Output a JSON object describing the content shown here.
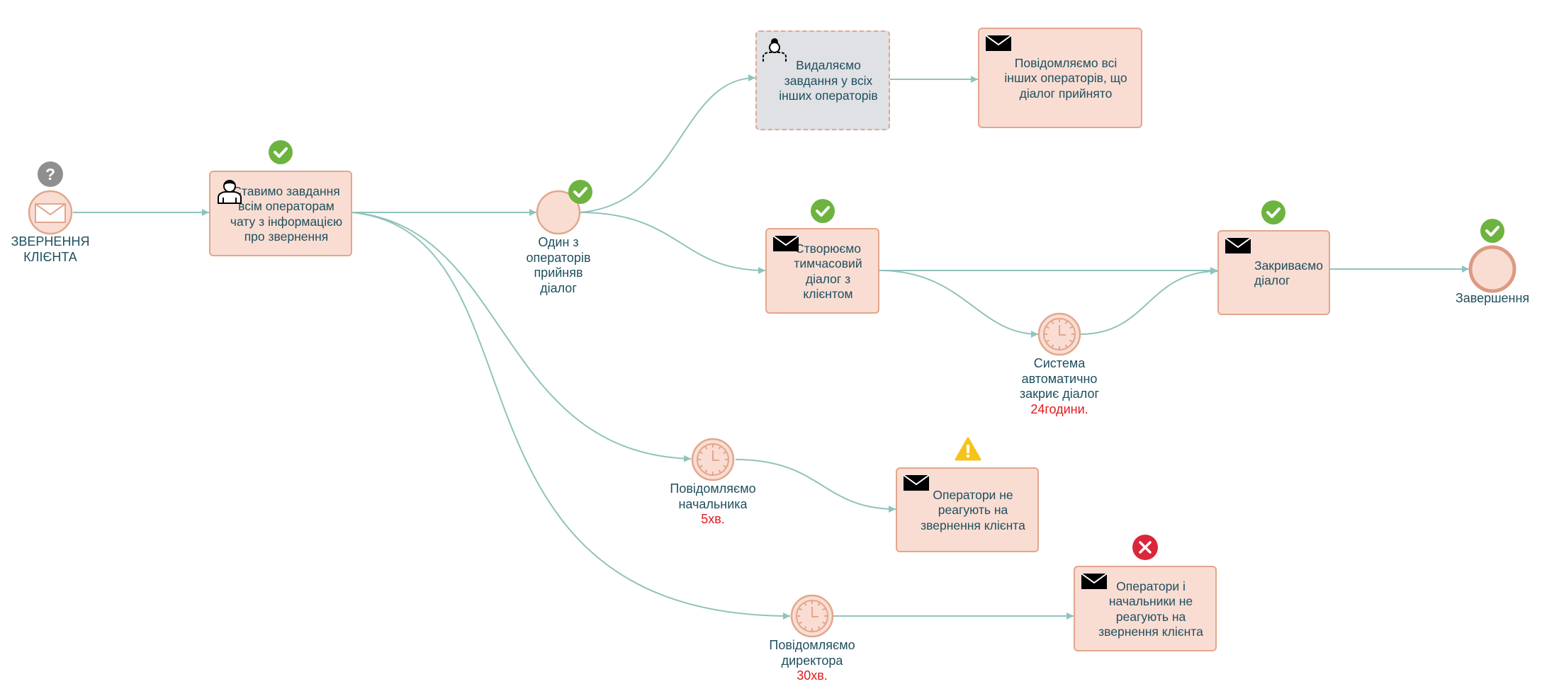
{
  "events": {
    "start": {
      "label": "ЗВЕРНЕННЯ КЛІЄНТА"
    },
    "gateway": {
      "label": "Один з операторів прийняв діалог"
    },
    "timer_auto_close": {
      "label": "Система автоматично закриє діалог",
      "duration": "24години."
    },
    "timer_manager": {
      "label": "Повідомляємо начальника",
      "duration": "5хв."
    },
    "timer_director": {
      "label": "Повідомляємо директора",
      "duration": "30хв."
    },
    "end": {
      "label": "Завершення"
    }
  },
  "tasks": {
    "assign_operators": {
      "label": "Ставимо завдання всім операторам чату з інформацією про звернення",
      "icon": "user-icon",
      "status": "done"
    },
    "remove_tasks": {
      "label": "Видаляємо завдання у всіх інших операторів",
      "icon": "system-user-icon",
      "status": "pending"
    },
    "notify_others": {
      "label": "Повідомляємо всі інших операторів, що діалог прийнято",
      "icon": "envelope-icon"
    },
    "create_dialog": {
      "label": "Створюємо тимчасовий діалог з клієнтом",
      "icon": "envelope-icon",
      "status": "done"
    },
    "close_dialog": {
      "label": "Закриваємо діалог",
      "icon": "envelope-icon",
      "status": "done"
    },
    "operators_no_response": {
      "label": "Оператори не реагують на звернення клієнта",
      "icon": "envelope-icon",
      "status": "warning"
    },
    "managers_no_response": {
      "label": "Оператори і начальники не реагують на звернення клієнта",
      "icon": "envelope-icon",
      "status": "error"
    }
  },
  "badges": {
    "start": "question-badge",
    "gateway": "check-badge",
    "end": "check-badge"
  },
  "colors": {
    "node_fill": "#f9ddd3",
    "node_stroke": "#e3a68d",
    "flow": "#8fc3bc",
    "text": "#1f4f5e",
    "duration": "#e0191c",
    "check": "#6db33f",
    "warning": "#f6c31b",
    "error": "#d9283c",
    "unknown": "#8f8f8f",
    "pending_fill": "#dfe1e4"
  }
}
